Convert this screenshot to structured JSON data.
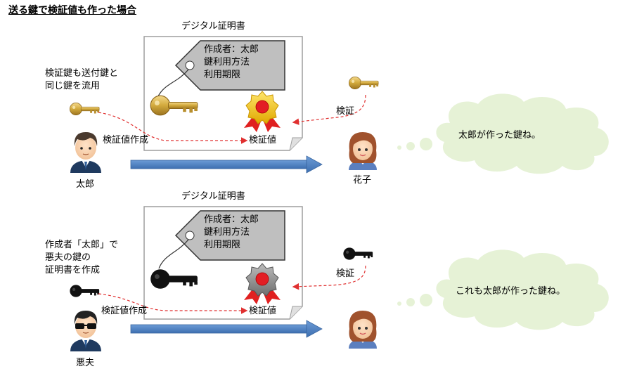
{
  "title": "送る鍵で検証値も作った場合",
  "scenario_top": {
    "cert_title": "デジタル証明書",
    "tag_lines": [
      "作成者：太郎",
      "鍵利用方法",
      "利用期限"
    ],
    "verification_value_label": "検証値",
    "create_label": "検証値作成",
    "verify_label": "検証",
    "note_lines": [
      "検証鍵も送付鍵と",
      "同じ鍵を流用"
    ],
    "sender_name": "太郎",
    "receiver_name": "花子",
    "thought": "太郎が作った鍵ね。",
    "key_color": "#C8A028",
    "badge_color": "#F2C200"
  },
  "scenario_bottom": {
    "cert_title": "デジタル証明書",
    "tag_lines": [
      "作成者：太郎",
      "鍵利用方法",
      "利用期限"
    ],
    "verification_value_label": "検証値",
    "create_label": "検証値作成",
    "verify_label": "検証",
    "note_lines": [
      "作成者「太郎」で",
      "悪夫の鍵の",
      "証明書を作成"
    ],
    "sender_name": "悪夫",
    "receiver_name": "",
    "thought": "これも太郎が作った鍵ね。",
    "key_color": "#111111",
    "badge_color": "#909090"
  },
  "colors": {
    "arrow": "#4A7EBB",
    "dashed_line": "#E03030",
    "bubble": "#E6F2D6",
    "tag": "#BFBFBF"
  }
}
